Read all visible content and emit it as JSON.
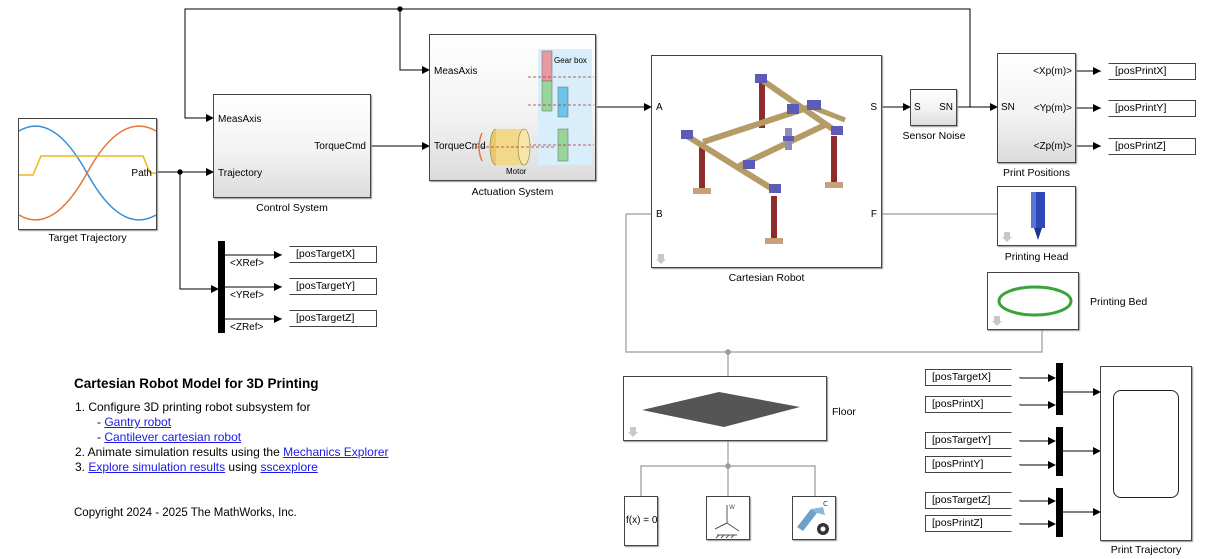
{
  "blocks": {
    "target_trajectory": {
      "name": "Target Trajectory",
      "port_out": "Path"
    },
    "control_system": {
      "name": "Control System",
      "port_in_1": "MeasAxis",
      "port_in_2": "Trajectory",
      "port_out": "TorqueCmd"
    },
    "actuation_system": {
      "name": "Actuation System",
      "port_in_1": "MeasAxis",
      "port_in_2": "TorqueCmd",
      "port_out": "A",
      "gear_label": "Gear box",
      "motor_label": "Motor"
    },
    "cartesian_robot": {
      "name": "Cartesian Robot",
      "port_a": "A",
      "port_b": "B",
      "port_s": "S",
      "port_f": "F"
    },
    "sensor_noise": {
      "name": "Sensor Noise",
      "port_in": "S",
      "port_out": "SN"
    },
    "print_positions": {
      "name": "Print Positions",
      "port_in": "SN",
      "out_1": "<Xp(m)>",
      "out_2": "<Yp(m)>",
      "out_3": "<Zp(m)>"
    },
    "printing_head": {
      "name": "Printing Head"
    },
    "printing_bed": {
      "name": "Printing Bed"
    },
    "floor": {
      "name": "Floor"
    },
    "solver": {
      "label": "f(x) = 0"
    },
    "ref_demux": {
      "out_1": "<XRef>",
      "out_2": "<YRef>",
      "out_3": "<ZRef>"
    },
    "print_trajectory": {
      "name": "Print Trajectory"
    }
  },
  "tags": {
    "goto_target_x": "[posTargetX]",
    "goto_target_y": "[posTargetY]",
    "goto_target_z": "[posTargetZ]",
    "goto_print_x": "[posPrintX]",
    "goto_print_y": "[posPrintY]",
    "goto_print_z": "[posPrintZ]",
    "from_target_x": "[posTargetX]",
    "from_print_x": "[posPrintX]",
    "from_target_y": "[posTargetY]",
    "from_print_y": "[posPrintY]",
    "from_target_z": "[posTargetZ]",
    "from_print_z": "[posPrintZ]"
  },
  "notes": {
    "title": "Cartesian Robot Model for 3D Printing",
    "line1": "1. Configure 3D printing robot subsystem for",
    "line1a_prefix": "- ",
    "line1a_link": "Gantry robot",
    "line1b_prefix": "- ",
    "line1b_link": "Cantilever cartesian robot",
    "line2_text": "2. Animate simulation results using the ",
    "line2_link": "Mechanics Explorer",
    "line3_prefix": "3. ",
    "line3_link": "Explore simulation results",
    "line3_mid": " using ",
    "line3_link2": "sscexplore",
    "copyright": "Copyright 2024 - 2025 The MathWorks, Inc."
  },
  "colors": {
    "link": "#1a1ae6",
    "sine_blue": "#3b8fd6",
    "sine_orange": "#e2783a",
    "sine_yellow": "#f1b51c",
    "bed_green": "#3aa33a",
    "beam_tan": "#b59b66",
    "post_red": "#8e2b2b",
    "joint_purple": "#5c5cb8",
    "head_blue": "#2e48b8"
  }
}
